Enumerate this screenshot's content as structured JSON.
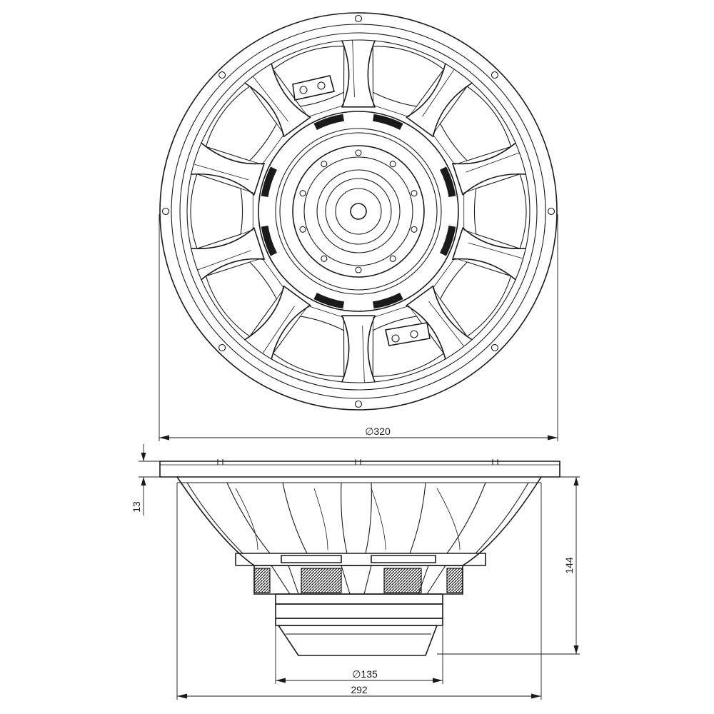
{
  "dimensions": {
    "frame_diameter": "∅320",
    "flange_thickness": "13",
    "mounting_depth": "144",
    "magnet_diameter": "∅135",
    "cutout_width": "292"
  },
  "colors": {
    "line": "#1a1a1a",
    "background": "#ffffff"
  }
}
